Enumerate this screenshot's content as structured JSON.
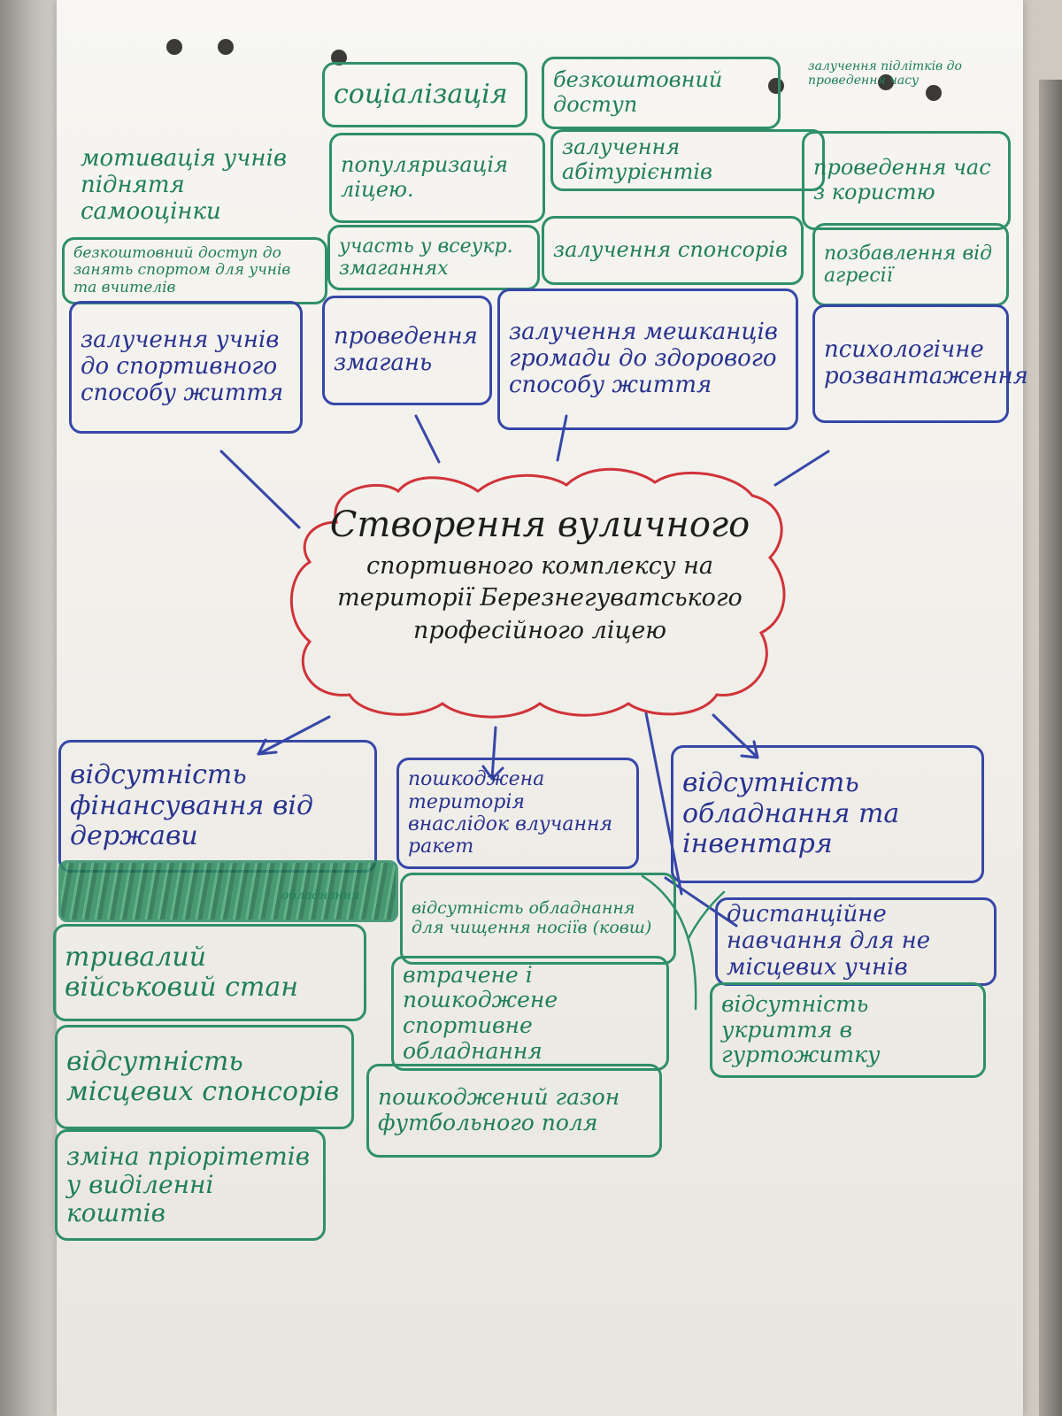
{
  "center": {
    "title": "Створення вуличного",
    "subtitle_line1": "спортивного комплексу на",
    "subtitle_line2": "території Березнегуватського",
    "subtitle_line3": "професійного ліцею"
  },
  "benefits": [
    {
      "text": "соціалізація"
    },
    {
      "text": "безкоштовний доступ"
    },
    {
      "text": "залучення підлітків до проведення часу"
    },
    {
      "text": "мотивація учнів піднятя самооцінки"
    },
    {
      "text": "популяризація ліцею."
    },
    {
      "text": "залучення абітурієнтів"
    },
    {
      "text": "проведення час з користю"
    },
    {
      "text": "безкоштовний доступ до занять спортом для учнів та вчителів"
    },
    {
      "text": "участь у всеукр. змаганнях"
    },
    {
      "text": "залучення спонсорів"
    },
    {
      "text": "позбавлення від агресії"
    },
    {
      "text": "залучення учнів до спортивного способу життя"
    },
    {
      "text": "проведення змагань"
    },
    {
      "text": "залучення мешканців громади до здорового способу життя"
    },
    {
      "text": "психологічне розвантаження"
    }
  ],
  "problems": [
    {
      "text": "відсутність фінансування від держави"
    },
    {
      "text": "пошкоджена територія внаслідок влучання ракет"
    },
    {
      "text": "відсутність обладнання та інвентаря"
    },
    {
      "text": "відсутність обладнання для чищення носіїв (ковш)"
    },
    {
      "text": "дистанційне навчання для не місцевих учнів"
    },
    {
      "text": "тривалий військовий стан"
    },
    {
      "text": "втрачене і пошкоджене спортивне обладнання"
    },
    {
      "text": "відсутність укриття в гуртожитку"
    },
    {
      "text": "відсутність місцевих спонсорів"
    },
    {
      "text": "пошкоджений газон футбольного поля"
    },
    {
      "text": "зміна пріорітетів у виділенні коштів"
    }
  ],
  "scribbled_note": {
    "text": "обладнання"
  },
  "colors": {
    "green_marker": "#2f9068",
    "blue_marker": "#3747a8",
    "red_marker": "#d0333a",
    "paper": "#f4f2ed"
  }
}
